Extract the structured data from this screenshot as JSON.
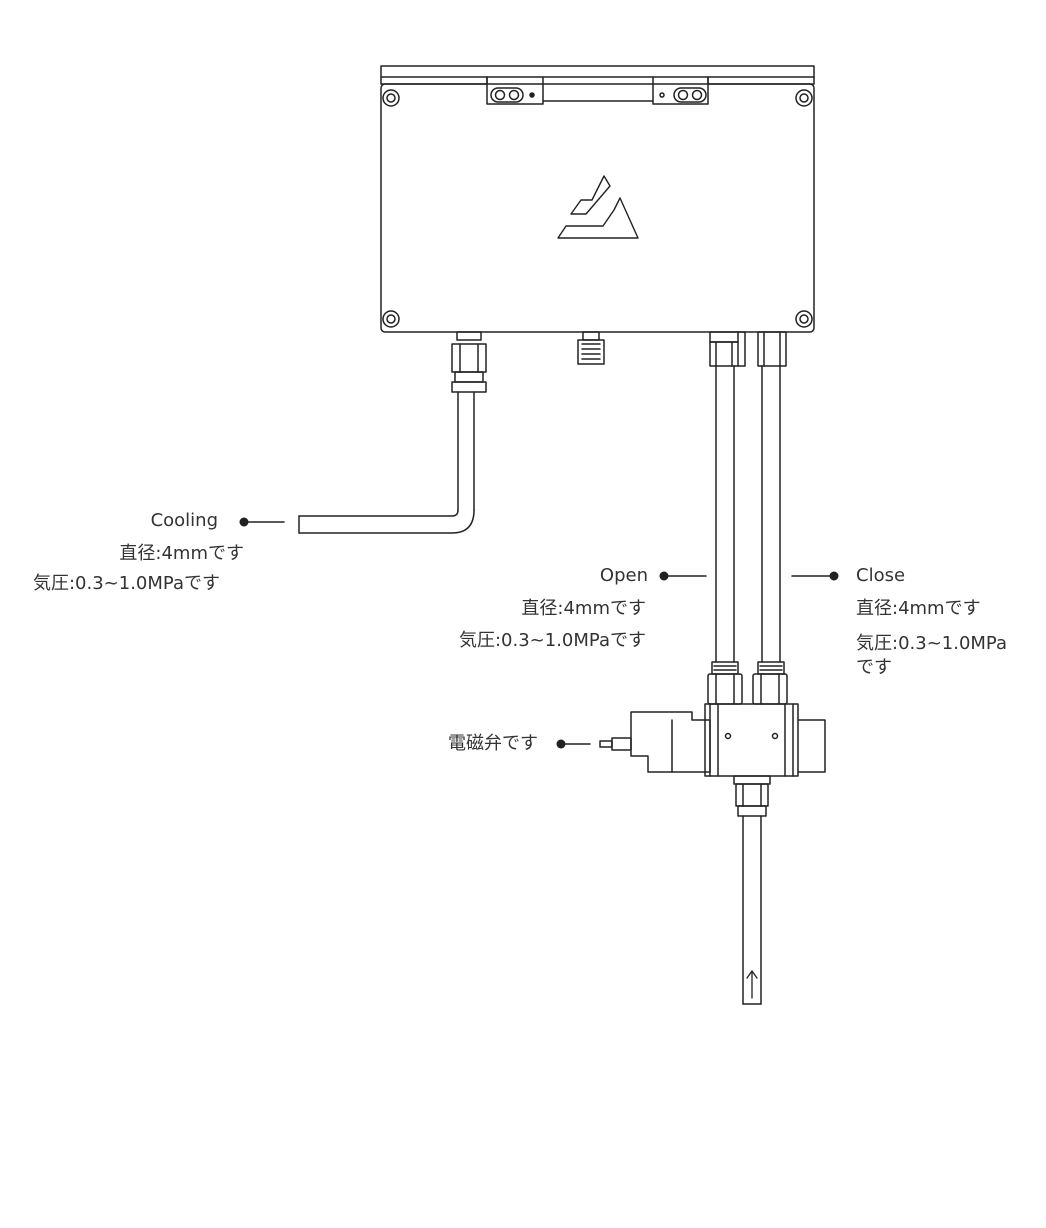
{
  "labels": {
    "cooling": {
      "name": "Cooling",
      "diameter": "直径:4mmです",
      "pressure": "気圧:0.3~1.0MPaです"
    },
    "open": {
      "name": "Open",
      "diameter": "直径:4mmです",
      "pressure": "気圧:0.3~1.0MPaです"
    },
    "close": {
      "name": "Close",
      "diameter": "直径:4mmです",
      "pressure_line1": "気圧:0.3~1.0MPa",
      "pressure_line2": "です"
    },
    "solenoid": "電磁弁です"
  },
  "colors": {
    "line": "#222222",
    "text": "#333333"
  },
  "icons": {
    "brand_logo": "triangle-mountain-logo",
    "flow_arrow": "up-arrow-icon"
  }
}
